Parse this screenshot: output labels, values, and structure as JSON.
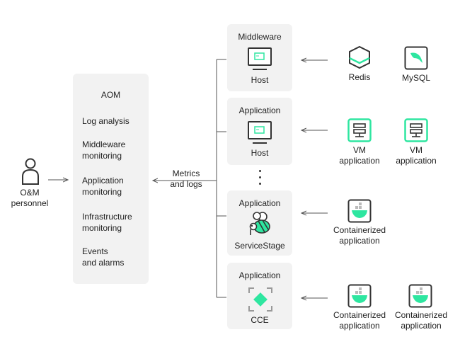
{
  "person": {
    "label": "O&M\npersonnel"
  },
  "aom": {
    "title": "AOM",
    "items": [
      "Log analysis",
      "Middleware\nmonitoring",
      "Application\nmonitoring",
      "Infrastructure\nmonitoring",
      "Events\nand alarms"
    ]
  },
  "flow_label": "Metrics\nand logs",
  "sources": [
    {
      "header": "Middleware",
      "target": "Host"
    },
    {
      "header": "Application",
      "target": "Host"
    },
    {
      "header": "Application",
      "target": "ServiceStage"
    },
    {
      "header": "Application",
      "target": "CCE"
    }
  ],
  "components": {
    "redis": "Redis",
    "mysql": "MySQL",
    "vm_app_1": "VM\napplication",
    "vm_app_2": "VM\napplication",
    "container_app_1": "Containerized\napplication",
    "container_app_2": "Containerized\napplication",
    "container_app_3": "Containerized\napplication"
  },
  "colors": {
    "accent": "#2ee6a0",
    "panel": "#f2f2f2",
    "stroke": "#333333"
  }
}
